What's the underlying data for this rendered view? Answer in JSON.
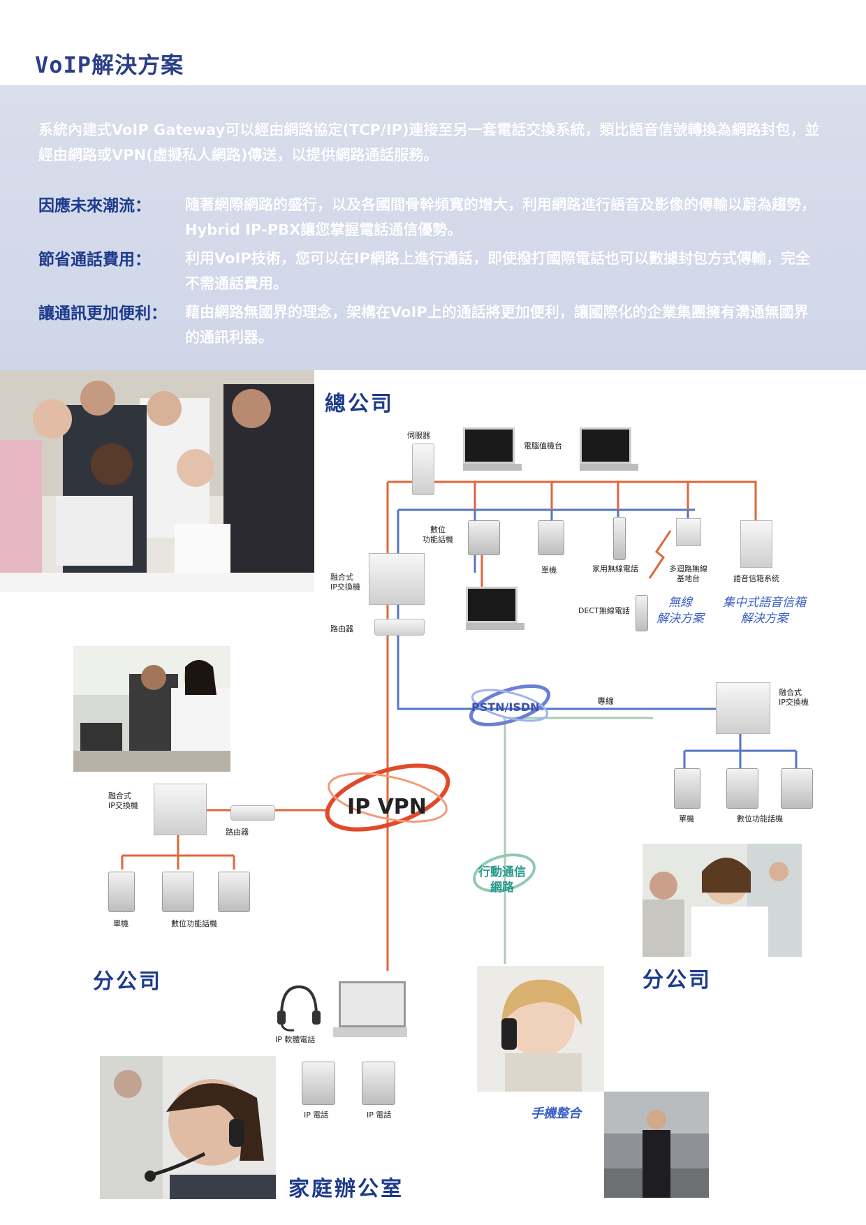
{
  "page": {
    "title": "VoIP解決方案"
  },
  "intro": {
    "text": "系統內建式VoIP Gateway可以經由網路協定(TCP/IP)連接至另一套電話交換系統，類比語音信號轉換為網路封包，並經由網路或VPN(虛擬私人網路)傳送，以提供網路通話服務。"
  },
  "features": [
    {
      "label": "因應未來潮流：",
      "text": "隨著網際網路的盛行，以及各國間骨幹頻寬的增大，利用網路進行語音及影像的傳輸以蔚為趨勢，Hybrid IP-PBX讓您掌握電話通信優勢。"
    },
    {
      "label": "節省通話費用：",
      "text": "利用VoIP技術，您可以在IP網路上進行通話，即使撥打國際電話也可以數據封包方式傳輸，完全不需通話費用。"
    },
    {
      "label": "讓通訊更加便利：",
      "text": "藉由網路無國界的理念，架構在VoIP上的通話將更加便利，讓國際化的企業集團擁有溝通無國界的通訊利器。"
    }
  ],
  "diagram": {
    "hq_title": "總公司",
    "branch_title": "分公司",
    "home_title": "家庭辦公室",
    "mobile_integration": "手機整合",
    "labels": {
      "server": "伺服器",
      "console": "電腦值機台",
      "digital_phone": "數位\n功能話機",
      "single_phone": "單機",
      "home_cordless": "家用無線電話",
      "multi_base": "多迴路無線\n基地台",
      "voicemail": "語音信箱系統",
      "hybrid_pbx": "融合式\nIP交換機",
      "router": "路由器",
      "dect": "DECT無線電話",
      "wireless_solution": "無線\n解決方案",
      "voicemail_solution": "集中式語音信箱\n解決方案",
      "pstn": "PSTN/ISDN",
      "leased_line": "專線",
      "ip_vpn": "IP VPN",
      "mobile_network": "行動通信\n網路",
      "digital_phone_inline": "數位功能話機",
      "ip_softphone": "IP 軟體電話",
      "ip_phone": "IP 電話"
    }
  },
  "colors": {
    "title": "#2b3f86",
    "band": "#d3d9ea",
    "accent_blue": "#1d3a8c",
    "line_orange": "#e0663a",
    "line_blue": "#5575c4",
    "line_green": "#a9cdb8"
  }
}
